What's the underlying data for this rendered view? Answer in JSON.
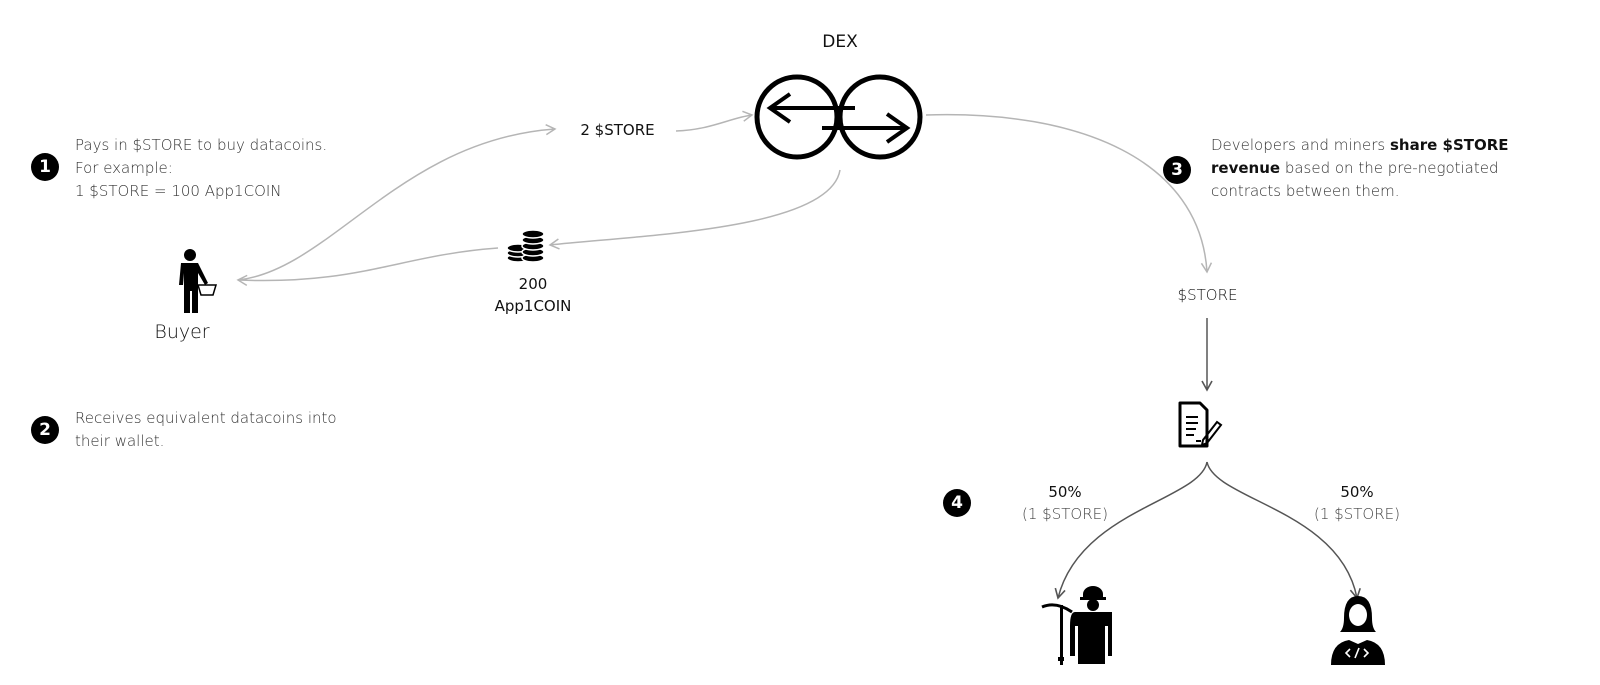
{
  "dex": {
    "label": "DEX"
  },
  "flow": {
    "payment_label": "2 $STORE",
    "coins_amount": "200",
    "coins_name": "App1COIN",
    "store_label": "$STORE"
  },
  "buyer": {
    "label": "Buyer"
  },
  "steps": [
    {
      "number": "1",
      "lines": [
        "Pays in $STORE to buy datacoins.",
        "For example:",
        "1 $STORE = 100 App1COIN"
      ]
    },
    {
      "number": "2",
      "lines": [
        "Receives equivalent datacoins into",
        "their wallet."
      ]
    },
    {
      "number": "3",
      "prefix": "Developers and miners ",
      "bold": "share $STORE revenue",
      "suffix": " based on the pre-negotiated contracts between them."
    },
    {
      "number": "4"
    }
  ],
  "split": {
    "miner": {
      "percent": "50%",
      "amount": "(1 $STORE)"
    },
    "developer": {
      "percent": "50%",
      "amount": "(1 $STORE)"
    }
  },
  "colors": {
    "arrow_light": "#b5b5b5",
    "arrow_dark": "#555555",
    "icon": "#000000"
  }
}
